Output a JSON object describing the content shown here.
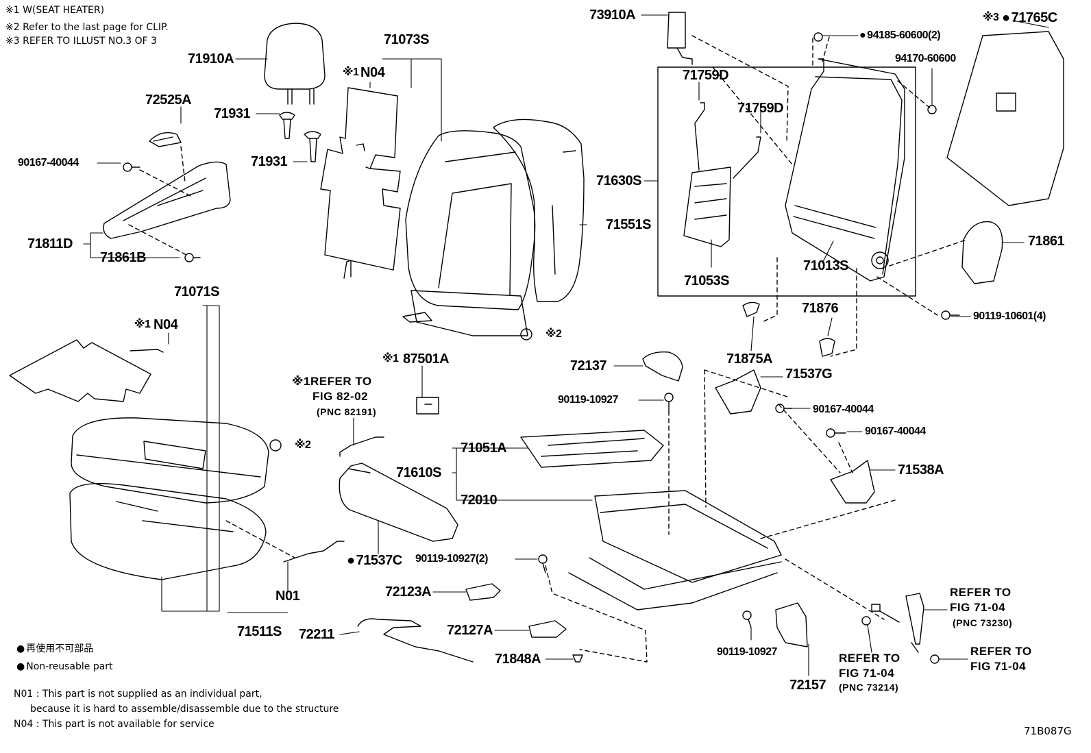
{
  "notes": {
    "n1": "※1 W(SEAT HEATER)",
    "n2": "※2 Refer to the last page for CLIP.",
    "n3": "※3 REFER TO ILLUST NO.3 OF 3"
  },
  "legend": {
    "jp": "再使用不可部品",
    "en": "Non-reusable part"
  },
  "footnotes": {
    "n01": "N01 : This part is not supplied as an individual part,",
    "n01b": "because it is hard to assemble/disassemble due to the structure",
    "n04": "N04 : This part is not available for service"
  },
  "figure_id": "71B087G",
  "parts": {
    "p73910A": "73910A",
    "p94185": "94185-60600(2)",
    "p71765C": "71765C",
    "p71765C_mark": "※3",
    "p94170": "94170-60600",
    "p71910A": "71910A",
    "p71073S": "71073S",
    "p72525A": "72525A",
    "pN04a": "N04",
    "pN04a_mark": "※1",
    "p71931a": "71931",
    "p71931b": "71931",
    "p90167a": "90167-40044",
    "p71811D": "71811D",
    "p71861B": "71861B",
    "p71759Da": "71759D",
    "p71759Db": "71759D",
    "p71630S": "71630S",
    "p71551S": "71551S",
    "p71861": "71861",
    "p71053S": "71053S",
    "p71013S": "71013S",
    "p90119_10601": "90119-10601(4)",
    "p71071S": "71071S",
    "pN04b": "N04",
    "pN04b_mark": "※1",
    "pclip2a": "※2",
    "pclip2b": "※2",
    "p71876": "71876",
    "p72137": "72137",
    "p71875A": "71875A",
    "p71537G": "71537G",
    "p87501A": "87501A",
    "p87501A_mark": "※1",
    "pref82a": "※1REFER TO",
    "pref82b": "FIG 82-02",
    "pref82c": "(PNC 82191)",
    "p90119_10927a": "90119-10927",
    "p90167b": "90167-40044",
    "p90167c": "90167-40044",
    "p71051A": "71051A",
    "p71610S": "71610S",
    "p71538A": "71538A",
    "p72010": "72010",
    "p71537C": "71537C",
    "p90119_10927b": "90119-10927(2)",
    "pN01": "N01",
    "p72123A": "72123A",
    "p71511S": "71511S",
    "p72211": "72211",
    "p72127A": "72127A",
    "p71848A": "71848A",
    "p90119_10927c": "90119-10927",
    "p72157": "72157",
    "pref7104a1": "REFER TO",
    "pref7104a2": "FIG 71-04",
    "pref7104a3": "(PNC 73230)",
    "pref7104b1": "REFER TO",
    "pref7104b2": "FIG 71-04",
    "pref7104b3": "(PNC 73214)",
    "pref7104c1": "REFER TO",
    "pref7104c2": "FIG 71-04"
  }
}
